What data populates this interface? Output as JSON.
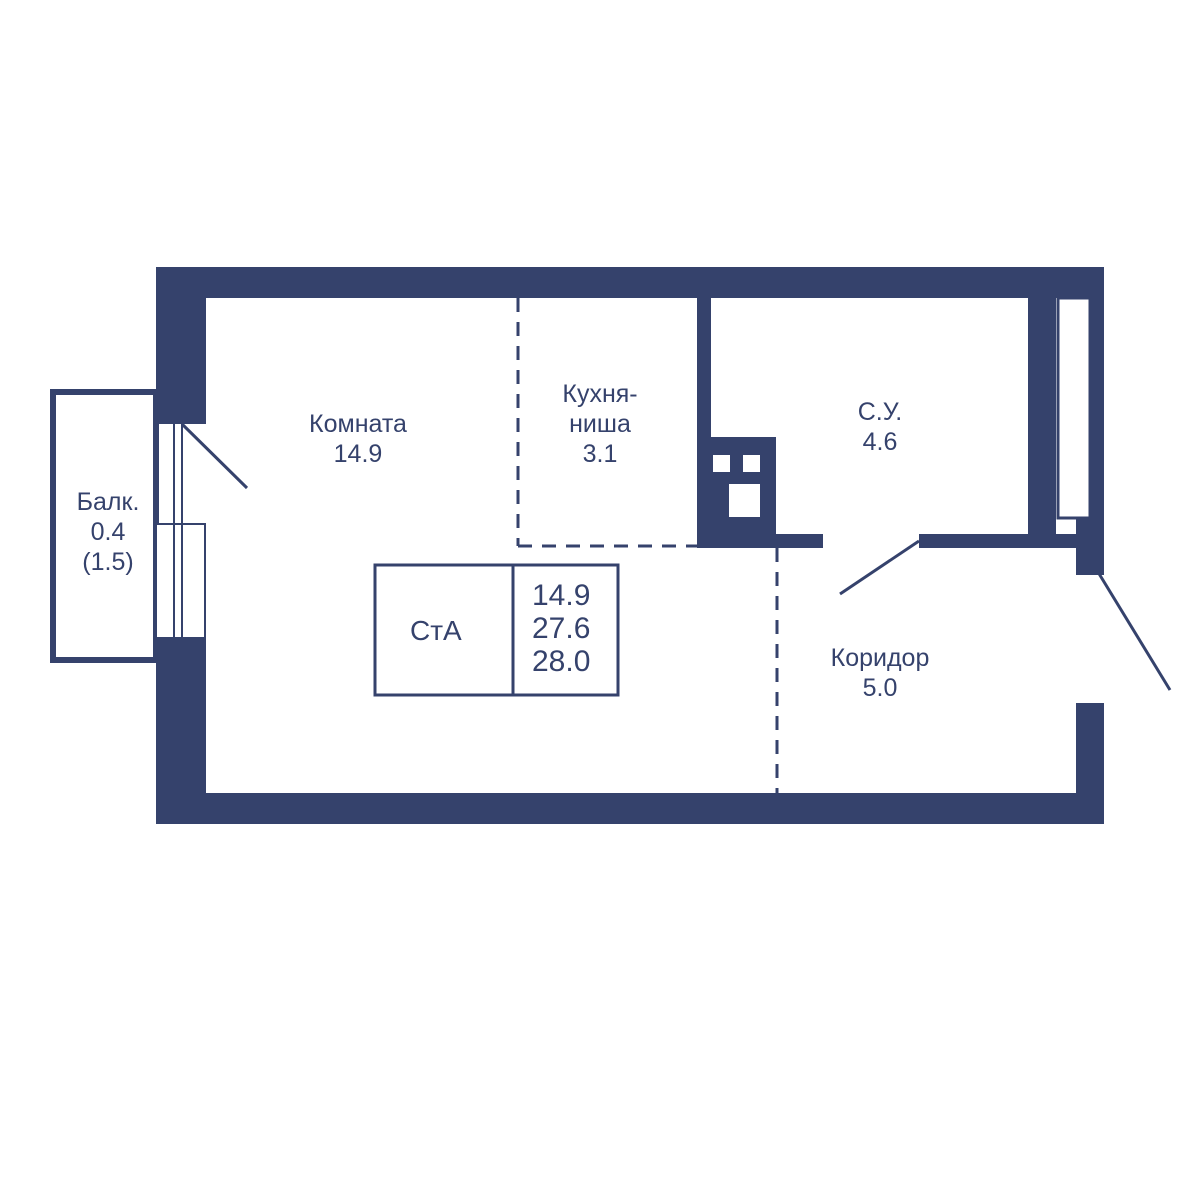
{
  "colors": {
    "wall": "#35426c",
    "background": "#ffffff"
  },
  "rooms": [
    {
      "name": "Комната",
      "area": "14.9"
    },
    {
      "name_line1": "Кухня-",
      "name_line2": "ниша",
      "area": "3.1"
    },
    {
      "name": "С.У.",
      "area": "4.6"
    },
    {
      "name": "Коридор",
      "area": "5.0"
    },
    {
      "name": "Балк.",
      "area": "0.4",
      "area_full": "(1.5)"
    }
  ],
  "stamp": {
    "code": "СтА",
    "values": [
      "14.9",
      "27.6",
      "28.0"
    ]
  }
}
